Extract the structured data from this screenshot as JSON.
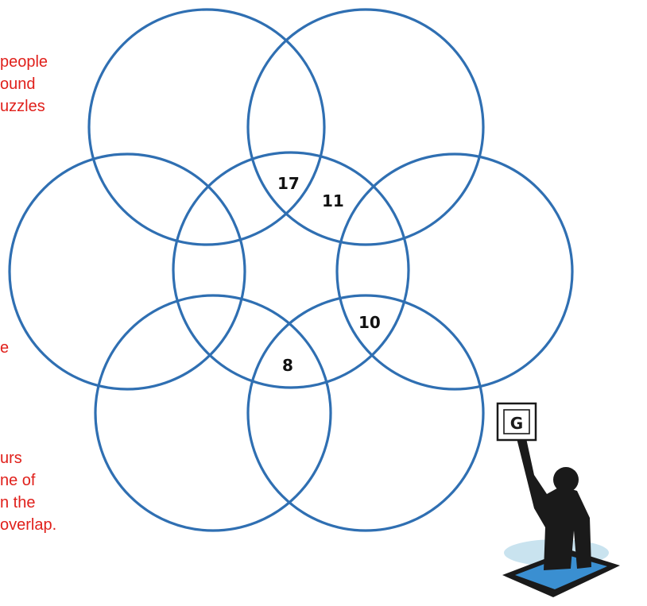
{
  "intro_lines": [
    "people",
    "ound",
    "uzzles"
  ],
  "stray_fragment": "e",
  "lower_lines": [
    "urs",
    "ne of",
    "n the",
    "overlap."
  ],
  "circle_numbers": [
    "17",
    "11",
    "10",
    "8"
  ],
  "sign_letter": "G",
  "colors": {
    "circle_stroke": "#2f6fb2",
    "red_text": "#e0201b",
    "figure": "#1a1a1a",
    "hole_blue": "#3a8fd1",
    "ellipse_light": "#c9e3ef"
  }
}
